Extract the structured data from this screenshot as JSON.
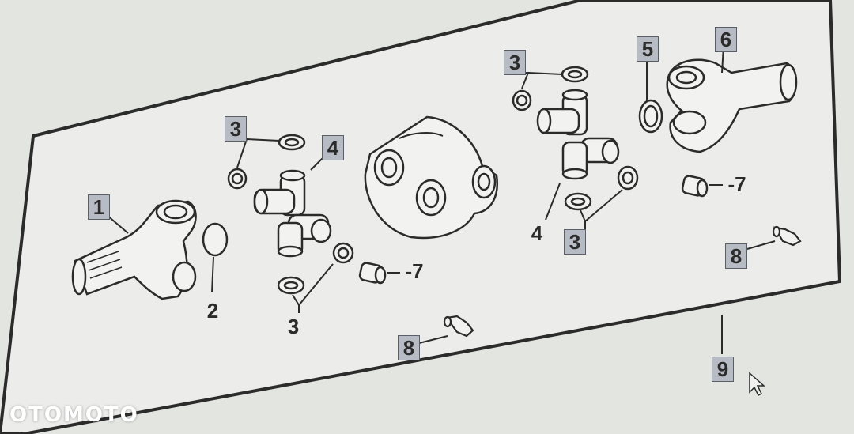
{
  "callouts": {
    "c1": "1",
    "c2": "2",
    "c3a": "3",
    "c3b": "3",
    "c3c": "3",
    "c3d": "3",
    "c4a": "4",
    "c4b": "4",
    "c5": "5",
    "c6": "6",
    "c7a": "-7",
    "c7b": "-7",
    "c8a": "8",
    "c8b": "8",
    "c9": "9"
  },
  "watermark": "OTOMOTO",
  "colors": {
    "background": "#cfd1cd",
    "sheet": "#e9ebe7",
    "line": "#2b2b2b",
    "callout_box": "#b7bcc4"
  },
  "icons": {
    "cursor": "mouse-pointer-icon"
  }
}
